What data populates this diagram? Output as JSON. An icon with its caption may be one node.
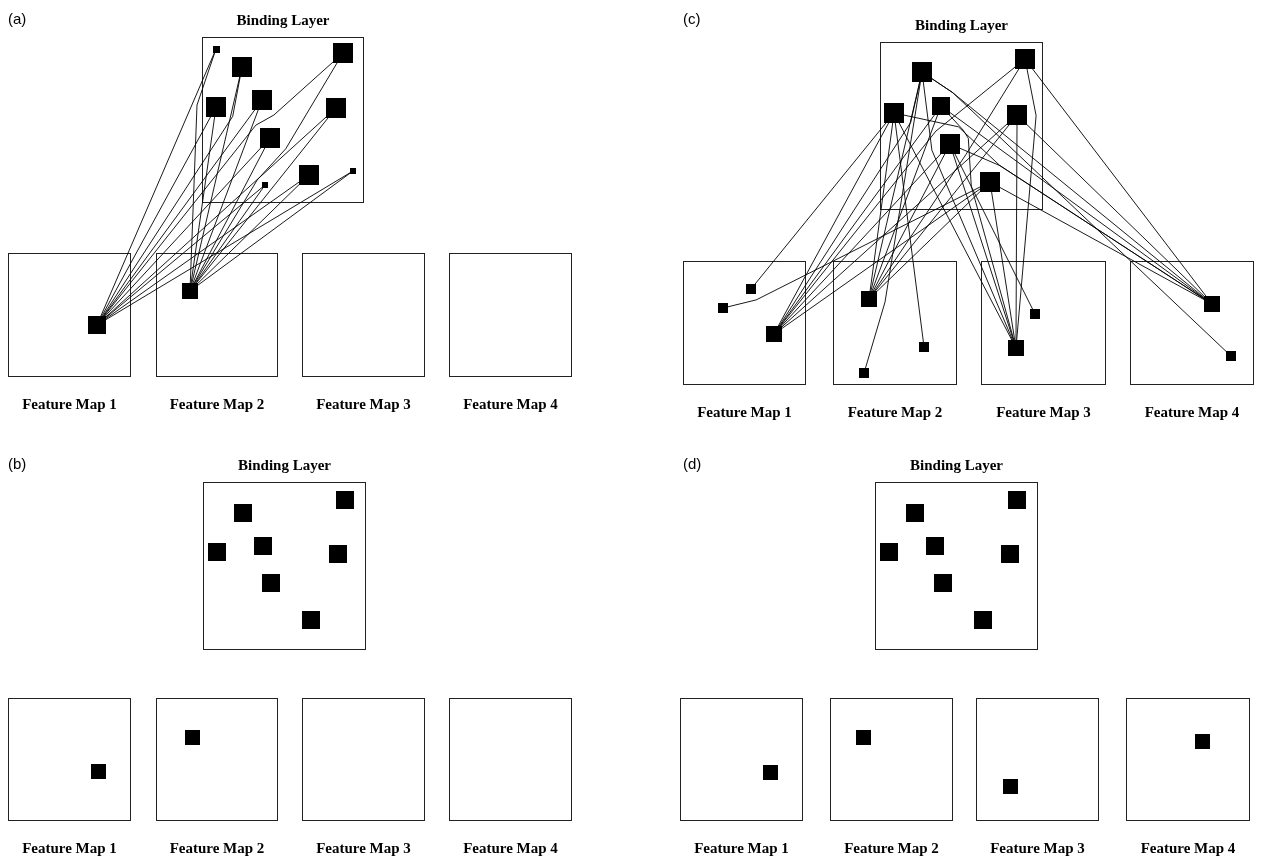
{
  "diagram": {
    "nodes": [
      {
        "text": [
          "Binding Layer"
        ]
      },
      {
        "text": [],
        "shape": "box",
        "in": 0
      },
      {
        "text": [],
        "shape": "box",
        "in": 0
      },
      {
        "text": [],
        "shape": "box",
        "in": 0
      },
      {
        "text": [],
        "shape": "box",
        "in": 0
      },
      {
        "text": [],
        "shape": "box",
        "in": 0
      },
      {
        "text": [],
        "shape": "box",
        "in": 0
      },
      {
        "text": [],
        "shape": "box",
        "in": 0
      },
      {
        "text": [],
        "shape": "box",
        "in": 0
      },
      {
        "text": [],
        "shape": "box",
        "in": 0
      },
      {
        "text": [],
        "shape": "box",
        "in": 0
      },
      {
        "text": [
          "Feature Map 1"
        ]
      },
      {
        "text": [],
        "shape": "box",
        "in": 11
      },
      {
        "text": [
          "Feature Map 2"
        ]
      },
      {
        "text": [],
        "shape": "box",
        "in": 13
      },
      {
        "text": [
          "Feature Map 3"
        ]
      },
      {
        "text": [
          "Feature Map 4"
        ]
      },
      {
        "text": [
          "Binding Layer"
        ]
      },
      {
        "text": [],
        "shape": "box",
        "in": 17
      },
      {
        "text": [],
        "shape": "box",
        "in": 17
      },
      {
        "text": [],
        "shape": "box",
        "in": 17
      },
      {
        "text": [],
        "shape": "box",
        "in": 17
      },
      {
        "text": [],
        "shape": "box",
        "in": 17
      },
      {
        "text": [],
        "shape": "box",
        "in": 17
      },
      {
        "text": [],
        "shape": "box",
        "in": 17
      },
      {
        "text": [
          "Feature Map 1"
        ]
      },
      {
        "text": [],
        "shape": "box",
        "in": 25
      },
      {
        "text": [],
        "shape": "box",
        "in": 25
      },
      {
        "text": [],
        "shape": "box",
        "in": 25
      },
      {
        "text": [
          "Feature Map 2"
        ]
      },
      {
        "text": [],
        "shape": "box",
        "in": 29
      },
      {
        "text": [],
        "shape": "box",
        "in": 29
      },
      {
        "text": [],
        "shape": "box",
        "in": 29
      },
      {
        "text": [
          "Feature Map 3"
        ]
      },
      {
        "text": [],
        "shape": "box",
        "in": 33
      },
      {
        "text": [],
        "shape": "box",
        "in": 33
      },
      {
        "text": [
          "Feature Map 4"
        ]
      },
      {
        "text": [],
        "shape": "box",
        "in": 36
      },
      {
        "text": [],
        "shape": "box",
        "in": 36
      },
      {
        "text": [
          "Binding Layer"
        ]
      },
      {
        "text": [],
        "shape": "box",
        "in": 39
      },
      {
        "text": [],
        "shape": "box",
        "in": 39
      },
      {
        "text": [],
        "shape": "box",
        "in": 39
      },
      {
        "text": [],
        "shape": "box",
        "in": 39
      },
      {
        "text": [],
        "shape": "box",
        "in": 39
      },
      {
        "text": [],
        "shape": "box",
        "in": 39
      },
      {
        "text": [],
        "shape": "box",
        "in": 39
      },
      {
        "text": [
          "Feature Map 1"
        ]
      },
      {
        "text": [],
        "shape": "box",
        "in": 47
      },
      {
        "text": [
          "Feature Map 2"
        ]
      },
      {
        "text": [],
        "shape": "box",
        "in": 49
      },
      {
        "text": [
          "Feature Map 3"
        ]
      },
      {
        "text": [
          "Feature Map 4"
        ]
      },
      {
        "text": [
          "Binding Layer"
        ]
      },
      {
        "text": [],
        "shape": "box",
        "in": 53
      },
      {
        "text": [],
        "shape": "box",
        "in": 53
      },
      {
        "text": [],
        "shape": "box",
        "in": 53
      },
      {
        "text": [],
        "shape": "box",
        "in": 53
      },
      {
        "text": [],
        "shape": "box",
        "in": 53
      },
      {
        "text": [],
        "shape": "box",
        "in": 53
      },
      {
        "text": [],
        "shape": "box",
        "in": 53
      },
      {
        "text": [
          "Feature Map 1"
        ]
      },
      {
        "text": [],
        "shape": "box",
        "in": 61
      },
      {
        "text": [
          "Feature Map 2"
        ]
      },
      {
        "text": [],
        "shape": "box",
        "in": 63
      },
      {
        "text": [
          "Feature Map 3"
        ]
      },
      {
        "text": [],
        "shape": "box",
        "in": 65
      },
      {
        "text": [
          "Feature Map 4"
        ]
      },
      {
        "text": [],
        "shape": "box",
        "in": 67
      }
    ],
    "edges": [
      {
        "from": 12,
        "to": 1,
        "arrow": "none"
      },
      {
        "from": 12,
        "to": 2,
        "arrow": "none"
      },
      {
        "from": 12,
        "to": 3,
        "arrow": "none"
      },
      {
        "from": 12,
        "to": 4,
        "arrow": "none"
      },
      {
        "from": 12,
        "to": 5,
        "arrow": "none"
      },
      {
        "from": 12,
        "to": 6,
        "arrow": "none"
      },
      {
        "from": 12,
        "to": 7,
        "arrow": "none"
      },
      {
        "from": 12,
        "to": 8,
        "arrow": "none"
      },
      {
        "from": 12,
        "to": 9,
        "arrow": "none"
      },
      {
        "from": 12,
        "to": 10,
        "arrow": "none"
      },
      {
        "from": 14,
        "to": 1,
        "arrow": "none"
      },
      {
        "from": 14,
        "to": 2,
        "arrow": "none"
      },
      {
        "from": 14,
        "to": 3,
        "arrow": "none"
      },
      {
        "from": 14,
        "to": 4,
        "arrow": "none"
      },
      {
        "from": 14,
        "to": 5,
        "arrow": "none"
      },
      {
        "from": 14,
        "to": 6,
        "arrow": "none"
      },
      {
        "from": 14,
        "to": 7,
        "arrow": "none"
      },
      {
        "from": 14,
        "to": 8,
        "arrow": "none"
      },
      {
        "from": 14,
        "to": 9,
        "arrow": "none"
      },
      {
        "from": 14,
        "to": 10,
        "arrow": "none"
      },
      {
        "from": 28,
        "to": 18,
        "arrow": "none"
      },
      {
        "from": 28,
        "to": 19,
        "arrow": "none"
      },
      {
        "from": 28,
        "to": 20,
        "arrow": "none"
      },
      {
        "from": 28,
        "to": 21,
        "arrow": "none"
      },
      {
        "from": 28,
        "to": 22,
        "arrow": "none"
      },
      {
        "from": 28,
        "to": 23,
        "arrow": "none"
      },
      {
        "from": 28,
        "to": 24,
        "arrow": "none"
      },
      {
        "from": 30,
        "to": 18,
        "arrow": "none"
      },
      {
        "from": 30,
        "to": 19,
        "arrow": "none"
      },
      {
        "from": 30,
        "to": 20,
        "arrow": "none"
      },
      {
        "from": 30,
        "to": 21,
        "arrow": "none"
      },
      {
        "from": 30,
        "to": 22,
        "arrow": "none"
      },
      {
        "from": 30,
        "to": 23,
        "arrow": "none"
      },
      {
        "from": 30,
        "to": 24,
        "arrow": "none"
      },
      {
        "from": 35,
        "to": 18,
        "arrow": "none"
      },
      {
        "from": 35,
        "to": 19,
        "arrow": "none"
      },
      {
        "from": 35,
        "to": 20,
        "arrow": "none"
      },
      {
        "from": 35,
        "to": 21,
        "arrow": "none"
      },
      {
        "from": 35,
        "to": 22,
        "arrow": "none"
      },
      {
        "from": 35,
        "to": 23,
        "arrow": "none"
      },
      {
        "from": 35,
        "to": 24,
        "arrow": "none"
      },
      {
        "from": 37,
        "to": 18,
        "arrow": "none"
      },
      {
        "from": 37,
        "to": 19,
        "arrow": "none"
      },
      {
        "from": 37,
        "to": 20,
        "arrow": "none"
      },
      {
        "from": 37,
        "to": 21,
        "arrow": "none"
      },
      {
        "from": 37,
        "to": 22,
        "arrow": "none"
      },
      {
        "from": 37,
        "to": 23,
        "arrow": "none"
      },
      {
        "from": 37,
        "to": 24,
        "arrow": "none"
      },
      {
        "from": 26,
        "to": 21,
        "arrow": "none"
      },
      {
        "from": 27,
        "to": 24,
        "arrow": "none"
      },
      {
        "from": 31,
        "to": 21,
        "arrow": "none"
      },
      {
        "from": 32,
        "to": 19,
        "arrow": "none"
      },
      {
        "from": 34,
        "to": 23,
        "arrow": "none"
      },
      {
        "from": 38,
        "to": 19,
        "arrow": "none"
      }
    ],
    "labels": [
      "(a)",
      "(c)",
      "(b)",
      "(d)"
    ]
  }
}
